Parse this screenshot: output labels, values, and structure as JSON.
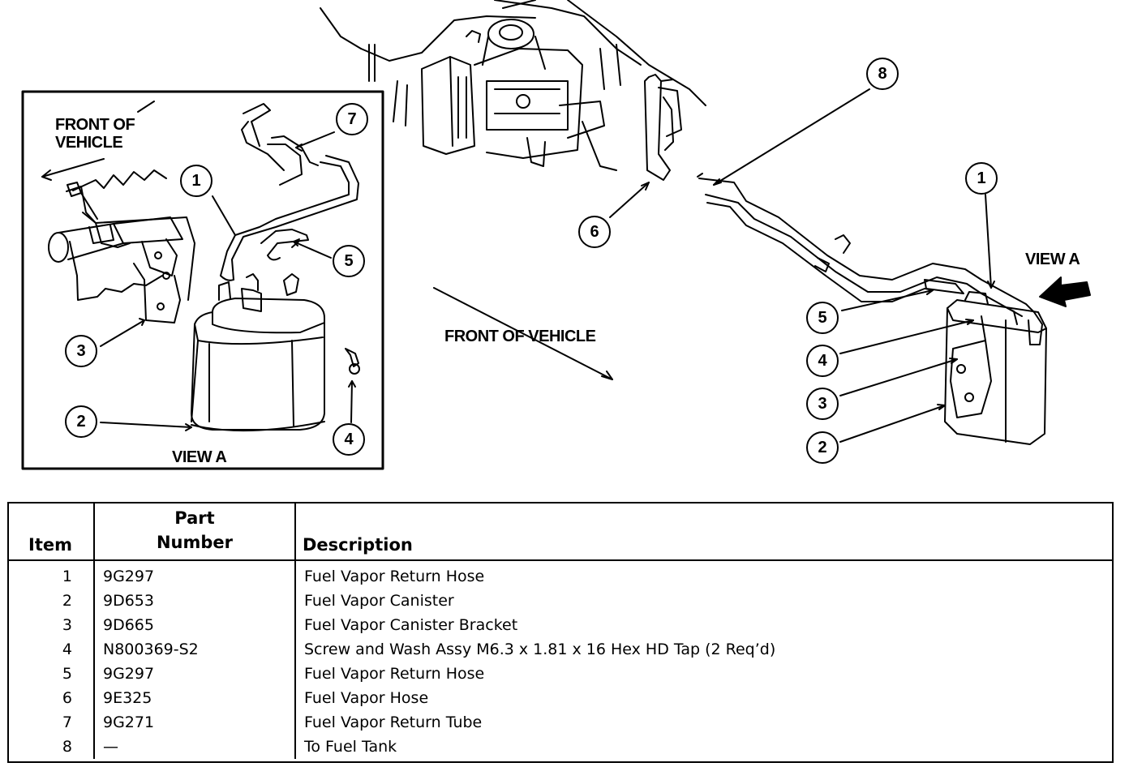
{
  "labels": {
    "front_of_vehicle_inset": "FRONT OF\nVEHICLE",
    "front_of_vehicle_main": "FRONT OF VEHICLE",
    "view_a_inset": "VIEW A",
    "view_a_main": "VIEW  A"
  },
  "callouts": {
    "inset": [
      "7",
      "1",
      "5",
      "3",
      "2",
      "4"
    ],
    "main": [
      "8",
      "6",
      "1",
      "5",
      "4",
      "3",
      "2"
    ]
  },
  "table": {
    "headers": {
      "item": "Item",
      "part_number": "Part\nNumber",
      "description": "Description"
    },
    "rows": [
      {
        "item": "1",
        "part": "9G297",
        "desc": "Fuel Vapor Return Hose"
      },
      {
        "item": "2",
        "part": "9D653",
        "desc": "Fuel Vapor Canister"
      },
      {
        "item": "3",
        "part": "9D665",
        "desc": "Fuel Vapor Canister Bracket"
      },
      {
        "item": "4",
        "part": "N800369-S2",
        "desc": "Screw and Wash Assy M6.3 x 1.81 x 16 Hex HD Tap (2 Req’d)"
      },
      {
        "item": "5",
        "part": "9G297",
        "desc": "Fuel Vapor Return Hose"
      },
      {
        "item": "6",
        "part": "9E325",
        "desc": "Fuel Vapor Hose"
      },
      {
        "item": "7",
        "part": "9G271",
        "desc": "Fuel Vapor Return Tube"
      },
      {
        "item": "8",
        "part": "—",
        "desc": "To Fuel Tank"
      }
    ]
  }
}
